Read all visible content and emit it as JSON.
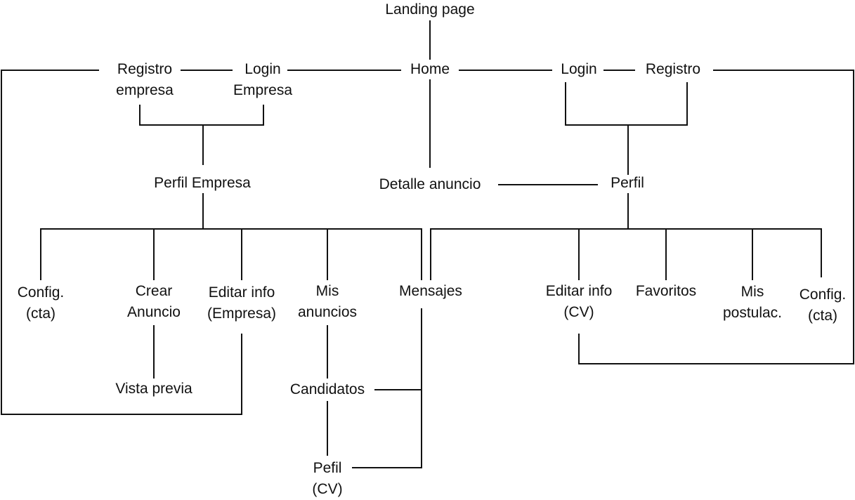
{
  "nodes": {
    "landing": [
      "Landing page"
    ],
    "home": [
      "Home"
    ],
    "registro_empresa": [
      "Registro",
      "empresa"
    ],
    "login_empresa": [
      "Login",
      "Empresa"
    ],
    "login": [
      "Login"
    ],
    "registro": [
      "Registro"
    ],
    "perfil_empresa": [
      "Perfil Empresa"
    ],
    "detalle_anuncio": [
      "Detalle anuncio"
    ],
    "perfil": [
      "Perfil"
    ],
    "config_cta_empresa": [
      "Config.",
      "(cta)"
    ],
    "crear_anuncio": [
      "Crear",
      "Anuncio"
    ],
    "editar_info_empresa": [
      "Editar info",
      "(Empresa)"
    ],
    "mis_anuncios": [
      "Mis",
      "anuncios"
    ],
    "mensajes": [
      "Mensajes"
    ],
    "editar_info_cv": [
      "Editar info",
      "(CV)"
    ],
    "favoritos": [
      "Favoritos"
    ],
    "mis_postulac": [
      "Mis",
      "postulac."
    ],
    "config_cta_user": [
      "Config.",
      "(cta)"
    ],
    "vista_previa": [
      "Vista previa"
    ],
    "candidatos": [
      "Candidatos"
    ],
    "pefil_cv": [
      "Pefil",
      "(CV)"
    ]
  },
  "style": {
    "line_color": "#111111",
    "text_color": "#111111",
    "background": "#ffffff"
  }
}
